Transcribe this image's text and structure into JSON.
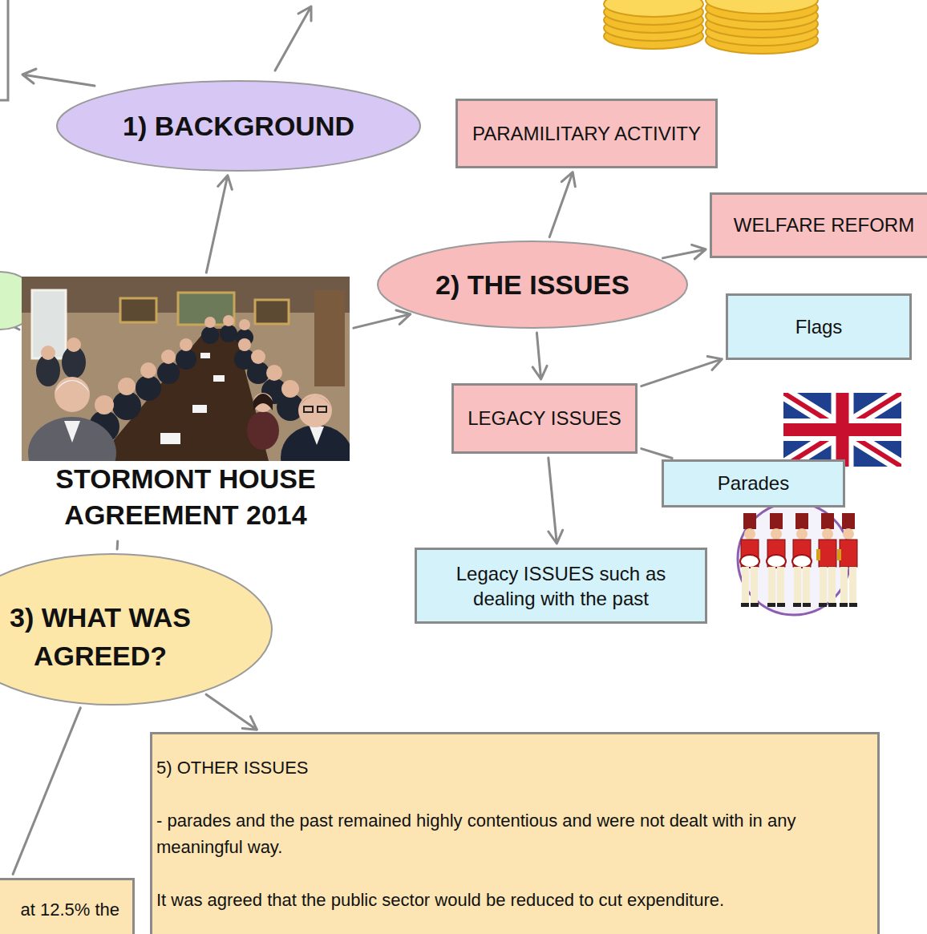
{
  "diagram": {
    "nodes": [
      {
        "text": [
          "1) BACKGROUND"
        ]
      },
      {
        "text": [
          "STORMONT HOUSE AGREEMENT 2014"
        ]
      },
      {
        "text": [
          "2) THE ISSUES"
        ]
      },
      {
        "text": [
          "PARAMILITARY ACTIVITY"
        ]
      },
      {
        "text": [
          "WELFARE REFORM"
        ]
      },
      {
        "text": [
          "LEGACY ISSUES"
        ]
      },
      {
        "text": [
          "Flags"
        ]
      },
      {
        "text": [
          "Parades"
        ]
      },
      {
        "text": [
          "Legacy ISSUES such as dealing with the past"
        ]
      },
      {
        "text": [
          "3) WHAT WAS AGREED?"
        ]
      },
      {
        "text": [
          "5) OTHER ISSUES",
          "- parades and the past remained highly contentious and were not dealt with in any meaningful way.",
          "It was agreed that the public sector would be reduced to cut expenditure."
        ]
      },
      {
        "text": [
          "at 12.5% the"
        ]
      }
    ],
    "edges": [
      {
        "from": 1,
        "to": 0,
        "arrow": "to"
      },
      {
        "from": 1,
        "to": 2,
        "arrow": "to"
      },
      {
        "from": 2,
        "to": 3,
        "arrow": "to"
      },
      {
        "from": 2,
        "to": 4,
        "arrow": "to"
      },
      {
        "from": 2,
        "to": 5,
        "arrow": "to"
      },
      {
        "from": 5,
        "to": 6,
        "arrow": "to"
      },
      {
        "from": 5,
        "to": 7,
        "arrow": "none"
      },
      {
        "from": 5,
        "to": 8,
        "arrow": "to"
      },
      {
        "from": 1,
        "to": 9,
        "arrow": "none"
      },
      {
        "from": 9,
        "to": 10,
        "arrow": "to"
      },
      {
        "from": 9,
        "to": 11,
        "arrow": "none"
      }
    ]
  }
}
